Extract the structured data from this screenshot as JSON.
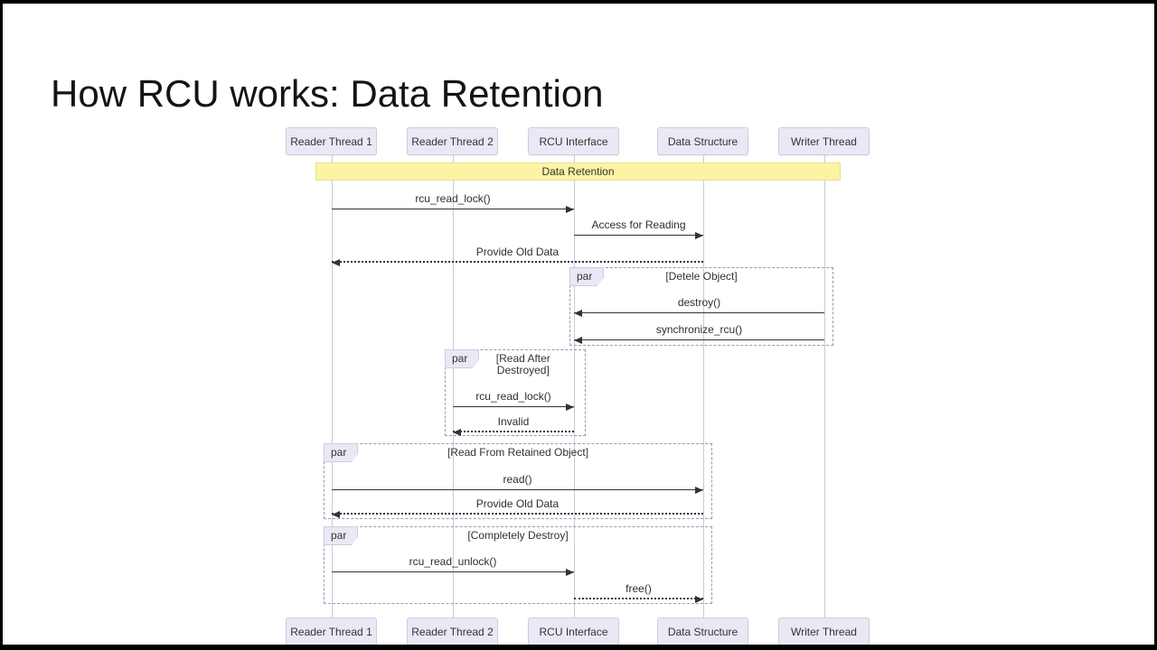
{
  "slide": {
    "title": "How RCU works: Data Retention"
  },
  "diagram": {
    "type": "sequence",
    "actors": [
      {
        "id": "reader-thread-1",
        "label": "Reader Thread 1"
      },
      {
        "id": "reader-thread-2",
        "label": "Reader Thread 2"
      },
      {
        "id": "rcu-interface",
        "label": "RCU Interface"
      },
      {
        "id": "data-structure",
        "label": "Data Structure"
      },
      {
        "id": "writer-thread",
        "label": "Writer Thread"
      }
    ],
    "banner": {
      "label": "Data Retention"
    },
    "sequence": [
      {
        "type": "message",
        "text": "rcu_read_lock()",
        "from": "Reader Thread 1",
        "to": "RCU Interface",
        "line": "solid"
      },
      {
        "type": "message",
        "text": "Access for Reading",
        "from": "RCU Interface",
        "to": "Data Structure",
        "line": "solid"
      },
      {
        "type": "message",
        "text": "Provide Old Data",
        "from": "Data Structure",
        "to": "Reader Thread 1",
        "line": "dotted"
      },
      {
        "type": "par",
        "keyword": "par",
        "condition": "[Detele Object]",
        "messages": [
          {
            "text": "destroy()",
            "from": "Writer Thread",
            "to": "RCU Interface",
            "line": "solid"
          },
          {
            "text": "synchronize_rcu()",
            "from": "Writer Thread",
            "to": "RCU Interface",
            "line": "solid"
          }
        ]
      },
      {
        "type": "par",
        "keyword": "par",
        "condition": "[Read After Destroyed]",
        "messages": [
          {
            "text": "rcu_read_lock()",
            "from": "Reader Thread 2",
            "to": "RCU Interface",
            "line": "solid"
          },
          {
            "text": "Invalid",
            "from": "RCU Interface",
            "to": "Reader Thread 2",
            "line": "dotted"
          }
        ]
      },
      {
        "type": "par",
        "keyword": "par",
        "condition": "[Read From Retained Object]",
        "messages": [
          {
            "text": "read()",
            "from": "Reader Thread 1",
            "to": "Data Structure",
            "line": "solid"
          },
          {
            "text": "Provide Old Data",
            "from": "Data Structure",
            "to": "Reader Thread 1",
            "line": "dotted"
          }
        ]
      },
      {
        "type": "par",
        "keyword": "par",
        "condition": "[Completely Destroy]",
        "messages": [
          {
            "text": "rcu_read_unlock()",
            "from": "Reader Thread 1",
            "to": "RCU Interface",
            "line": "solid"
          },
          {
            "text": "free()",
            "from": "RCU Interface",
            "to": "Data Structure",
            "line": "dotted"
          }
        ]
      }
    ],
    "colors": {
      "actor_fill": "#e9e9f6",
      "actor_border": "#ccccdf",
      "lifeline": "#c9c9dd",
      "banner_fill": "#fbf4a4",
      "banner_border": "#e8df8e",
      "arrow": "#333333",
      "par_border": "#9a9ab0",
      "text": "#333333"
    }
  }
}
